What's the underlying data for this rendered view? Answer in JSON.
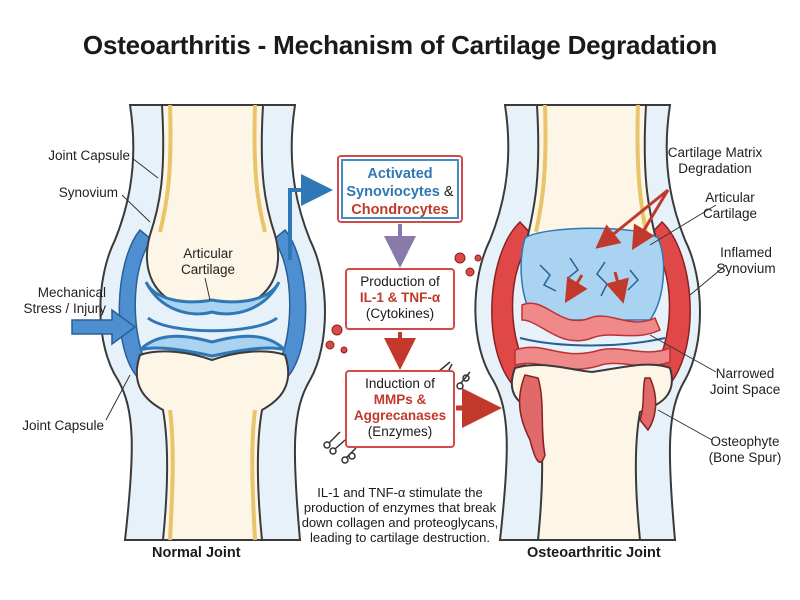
{
  "title": "Osteoarthritis - Mechanism of Cartilage Degradation",
  "left_joint": {
    "caption": "Normal Joint",
    "labels": {
      "joint_capsule_top": "Joint Capsule",
      "synovium": "Synovium",
      "articular_cartilage": "Articular\nCartilage",
      "mechanical_stress": "Mechanical\nStress / Injury",
      "joint_capsule_bottom": "Joint Capsule"
    }
  },
  "right_joint": {
    "caption": "Osteoarthritic Joint",
    "labels": {
      "cartilage_matrix": "Cartilage Matrix\nDegradation",
      "articular_cartilage": "Articular\nCartilage",
      "inflamed_synovium": "Inflamed\nSynovium",
      "narrowed_space": "Narrowed\nJoint Space",
      "osteophyte": "Osteophyte\n(Bone Spur)"
    }
  },
  "flow": {
    "step1": {
      "line1": "Activated",
      "line2": "Synoviocytes",
      "amp": " &",
      "line3": "Chondrocytes"
    },
    "step2": {
      "line1": "Production of",
      "line2": "IL-1 & TNF-α",
      "line3": "(Cytokines)"
    },
    "step3": {
      "line1": "Induction of",
      "line2": "MMPs &",
      "line3": "Aggrecanases",
      "line4": "(Enzymes)"
    },
    "note": "IL-1 and TNF-α stimulate the production of enzymes that break down collagen and proteoglycans, leading to cartilage destruction."
  },
  "colors": {
    "blue": "#2f77b5",
    "red": "#c0392b",
    "bone": "#f2d9a0",
    "cartilage": "#a9d3f0",
    "inflamed": "#e04848"
  }
}
